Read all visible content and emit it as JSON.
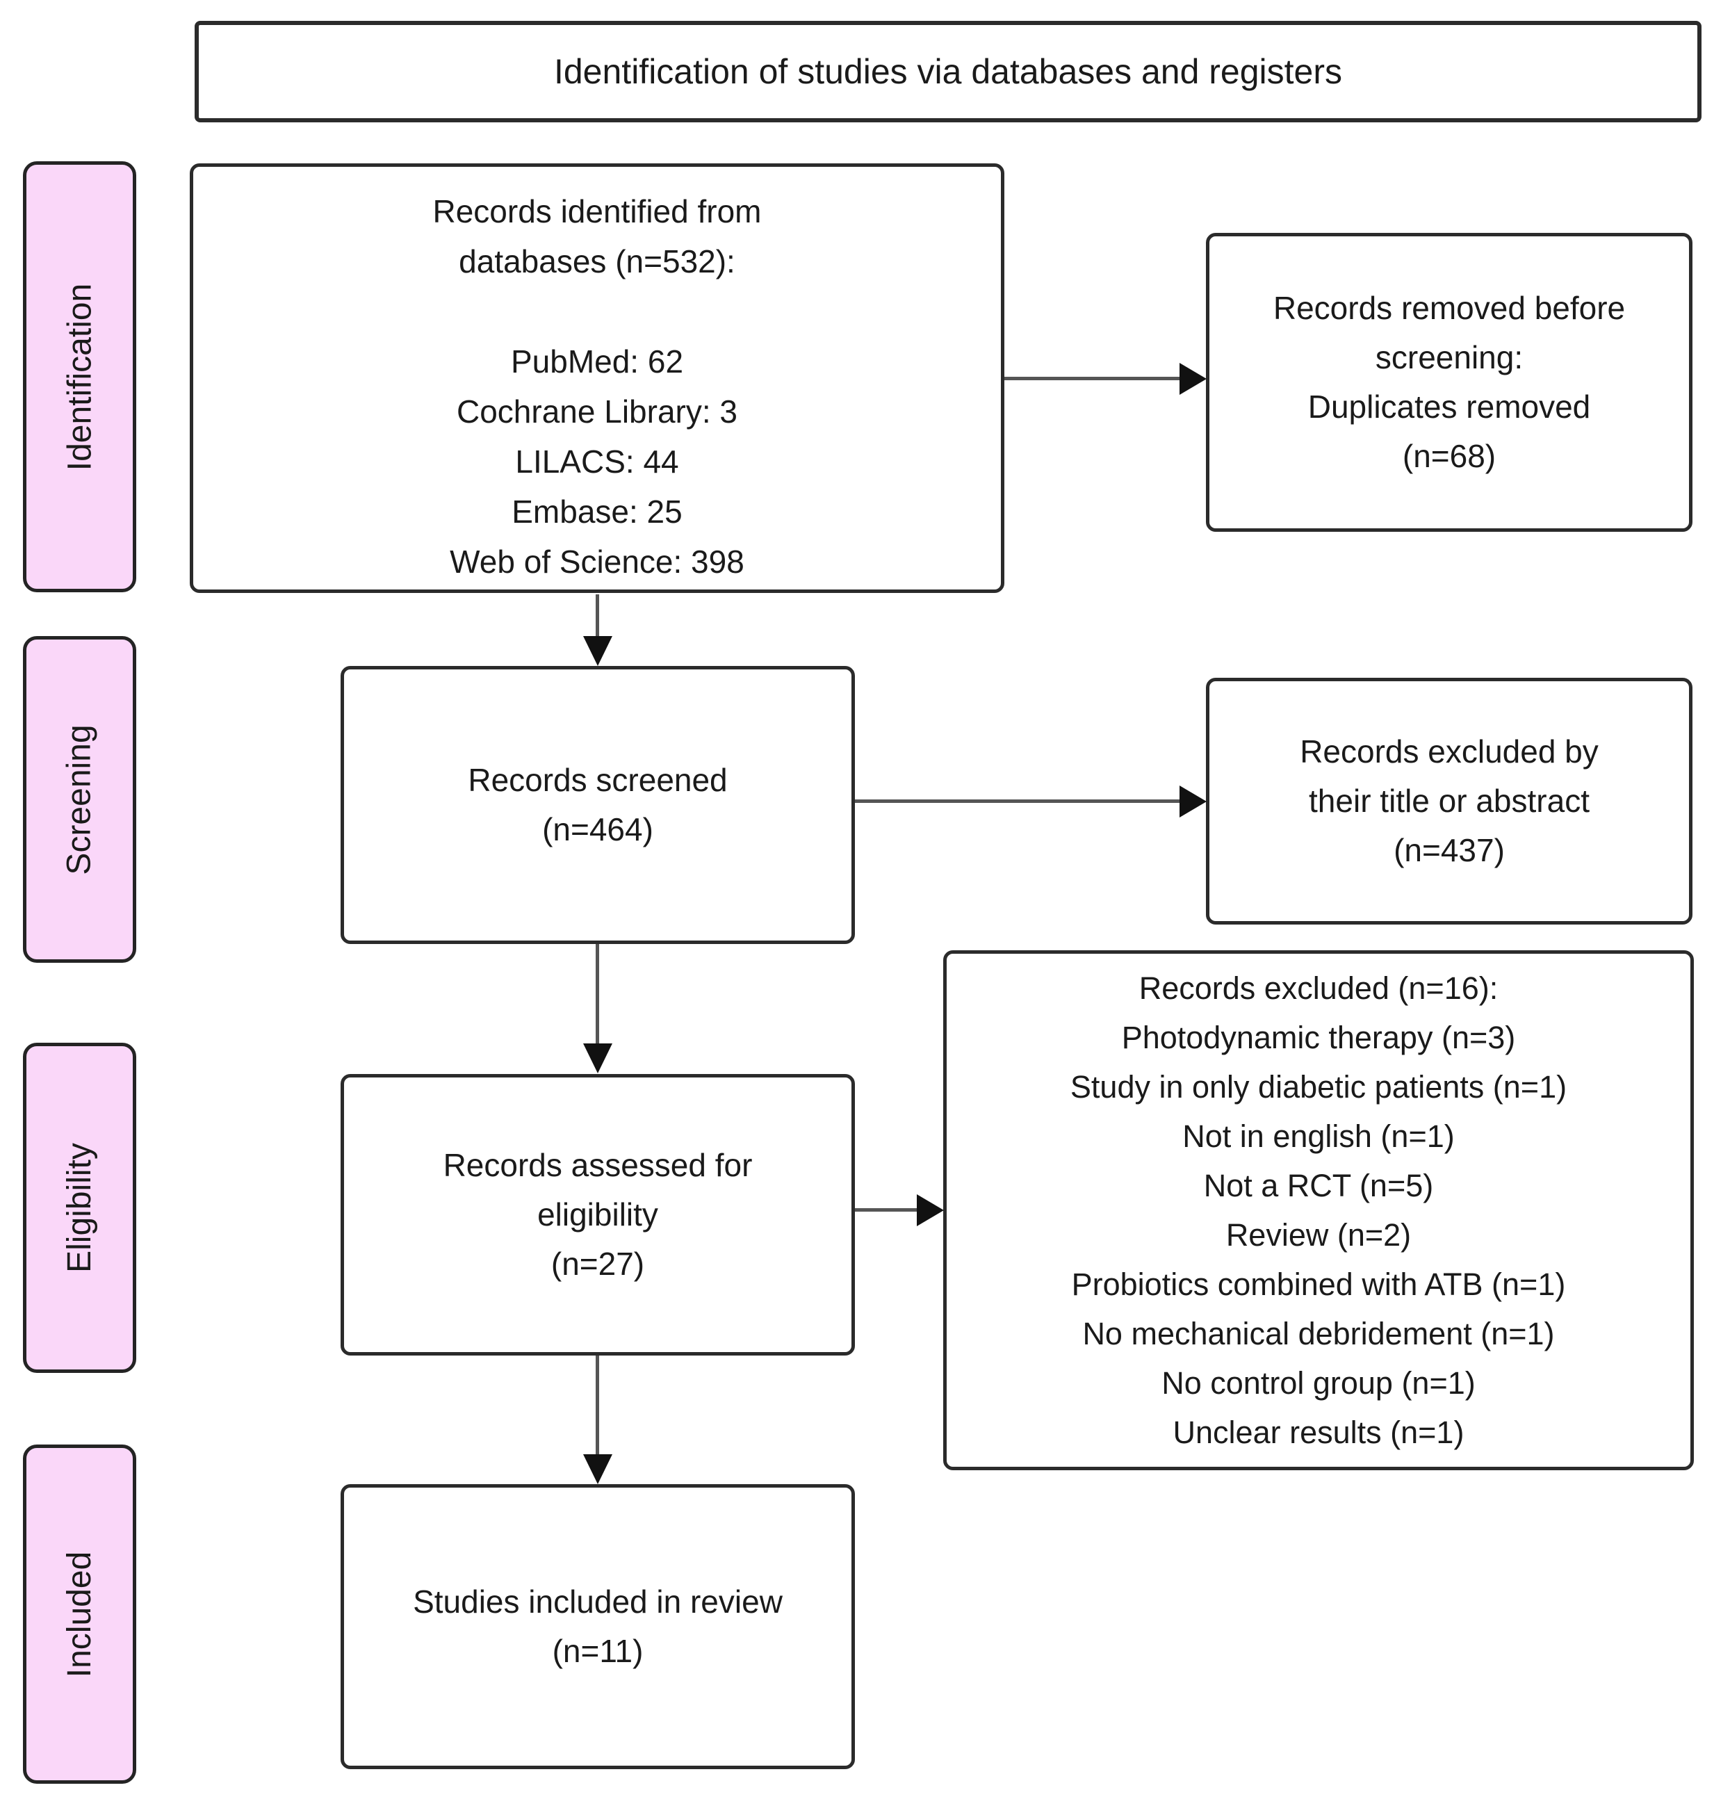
{
  "title": "Identification of studies via databases and registers",
  "colors": {
    "stage_fill": "#fad7f9",
    "box_border": "#2b2b2b",
    "arrow_line": "#555555",
    "arrow_head": "#111111"
  },
  "stages": [
    {
      "label": "Identification"
    },
    {
      "label": "Screening"
    },
    {
      "label": "Eligibility"
    },
    {
      "label": "Included"
    }
  ],
  "boxes": {
    "identified": {
      "lines": [
        "Records identified from",
        "databases (n=532):",
        "",
        "PubMed: 62",
        "Cochrane Library: 3",
        "LILACS: 44",
        "Embase: 25",
        "Web of Science: 398"
      ]
    },
    "screened": {
      "lines": [
        "Records screened",
        "(n=464)"
      ]
    },
    "assessed": {
      "lines": [
        "Records assessed for",
        "eligibility",
        "(n=27)"
      ]
    },
    "included": {
      "lines": [
        "Studies included in review",
        "(n=11)"
      ]
    },
    "removed_before_screening": {
      "lines": [
        "Records removed before",
        "screening:",
        "Duplicates removed",
        "(n=68)"
      ]
    },
    "excluded_title_abstract": {
      "lines": [
        "Records excluded by",
        "their title or abstract",
        "(n=437)"
      ]
    },
    "excluded_eligibility": {
      "lines": [
        "Records excluded (n=16):",
        "Photodynamic therapy (n=3)",
        "Study in only diabetic patients (n=1)",
        "Not in english (n=1)",
        "Not a RCT (n=5)",
        "Review (n=2)",
        "Probiotics combined with ATB (n=1)",
        "No mechanical debridement (n=1)",
        "No control group (n=1)",
        "Unclear results (n=1)"
      ]
    }
  }
}
